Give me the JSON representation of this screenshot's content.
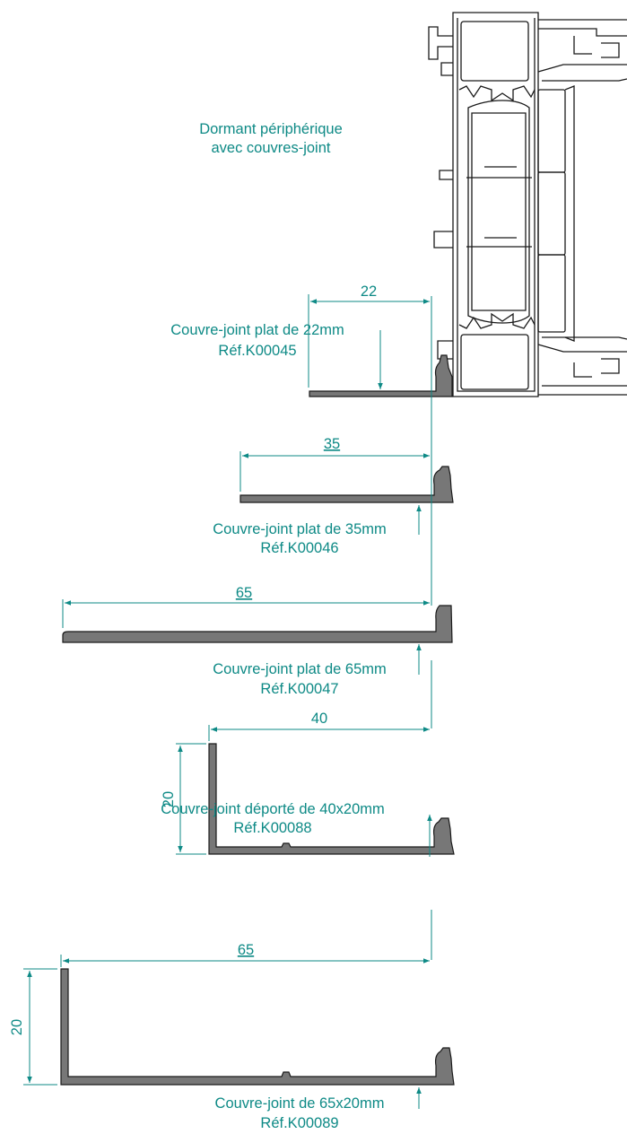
{
  "title": {
    "line1": "Dormant périphérique",
    "line2": "avec couvres-joint"
  },
  "colors": {
    "annotation": "#0e8a86",
    "profile_fill": "#777777",
    "outline": "#1a1a1a"
  },
  "profiles": [
    {
      "name": "Couvre-joint plat de 22mm",
      "ref": "Réf.K00045",
      "dim_width": "22"
    },
    {
      "name": "Couvre-joint plat de 35mm",
      "ref": "Réf.K00046",
      "dim_width": "35"
    },
    {
      "name": "Couvre-joint plat de 65mm",
      "ref": "Réf.K00047",
      "dim_width": "65"
    },
    {
      "name": "Couvre-joint déporté de 40x20mm",
      "ref": "Réf.K00088",
      "dim_width": "40",
      "dim_height": "20"
    },
    {
      "name": "Couvre-joint de 65x20mm",
      "ref": "Réf.K00089",
      "dim_width": "65",
      "dim_height": "20"
    }
  ]
}
